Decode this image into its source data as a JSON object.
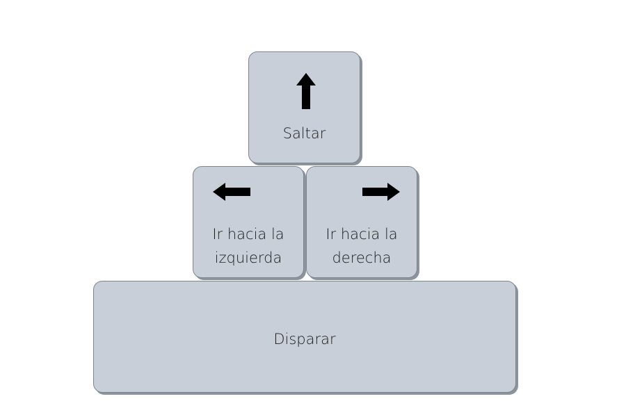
{
  "keys": {
    "jump": {
      "label": "Saltar",
      "icon": "arrow-up-icon"
    },
    "left": {
      "label": "Ir hacia la\nizquierda",
      "icon": "arrow-left-icon"
    },
    "right": {
      "label": "Ir hacia la\nderecha",
      "icon": "arrow-right-icon"
    },
    "fire": {
      "label": "Disparar"
    }
  },
  "colors": {
    "key_fill": "#c8cfd8",
    "key_border": "#7d8590",
    "arrow": "#000000"
  }
}
